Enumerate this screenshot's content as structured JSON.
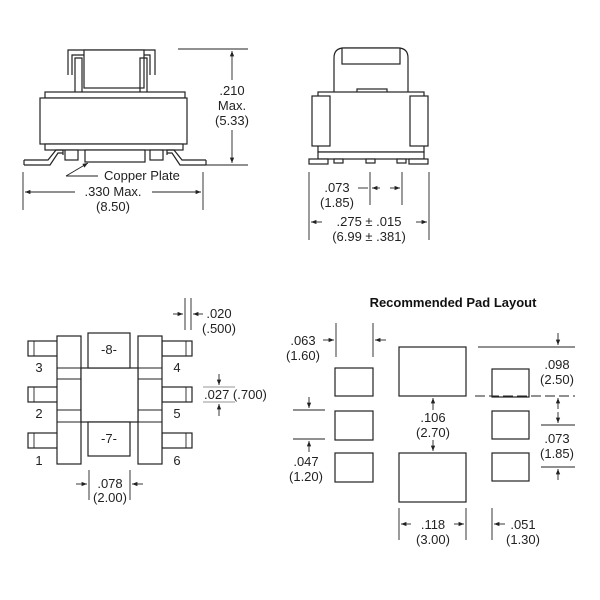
{
  "side_view": {
    "height_dim": [
      ".210",
      "Max.",
      "(5.33)"
    ],
    "callout": "Copper Plate",
    "width_dim": [
      ".330 Max.",
      "(8.50)"
    ]
  },
  "end_view": {
    "pitch_dim": [
      ".073",
      "(1.85)"
    ],
    "width_dim": [
      ".275 ± .015",
      "(6.99 ± .381)"
    ]
  },
  "bottom_view": {
    "pin_labels": [
      "1",
      "2",
      "3",
      "4",
      "5",
      "6",
      "-7-",
      "-8-"
    ],
    "pin_gap_dim": [
      ".020",
      "(.500)"
    ],
    "pin_width_dim": ".027 (.700)",
    "center_pad_dim": [
      ".078",
      "(2.00)"
    ]
  },
  "pad_layout": {
    "title": "Recommended Pad Layout",
    "dims": {
      "pad_width_left": [
        ".063",
        "(1.60)"
      ],
      "pad_height_right": [
        ".098",
        "(2.50)"
      ],
      "pad_gap_center": [
        ".106",
        "(2.70)"
      ],
      "pad_spacing_left": [
        ".047",
        "(1.20)"
      ],
      "pad_pitch_right": [
        ".073",
        "(1.85)"
      ],
      "center_pad_width": [
        ".118",
        "(3.00)"
      ],
      "right_pad_width": [
        ".051",
        "(1.30)"
      ]
    }
  }
}
